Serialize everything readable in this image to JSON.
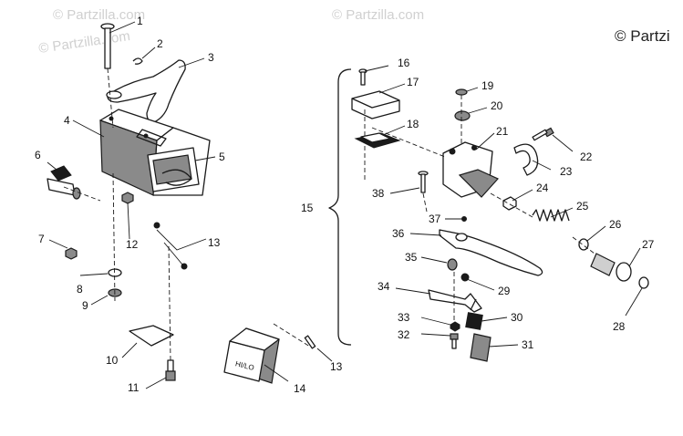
{
  "watermarks": [
    "© Partzilla.com",
    "© Partzilla.com",
    "© Partzilla.com",
    "© Partzi"
  ],
  "labels": [
    "1",
    "2",
    "3",
    "4",
    "5",
    "6",
    "7",
    "8",
    "9",
    "10",
    "11",
    "12",
    "13",
    "13",
    "14",
    "13",
    "15",
    "16",
    "17",
    "18",
    "19",
    "20",
    "21",
    "22",
    "23",
    "24",
    "25",
    "26",
    "27",
    "28",
    "29",
    "30",
    "31",
    "32",
    "33",
    "34",
    "35",
    "36",
    "37",
    "38"
  ],
  "switch_text": "HI/LO"
}
